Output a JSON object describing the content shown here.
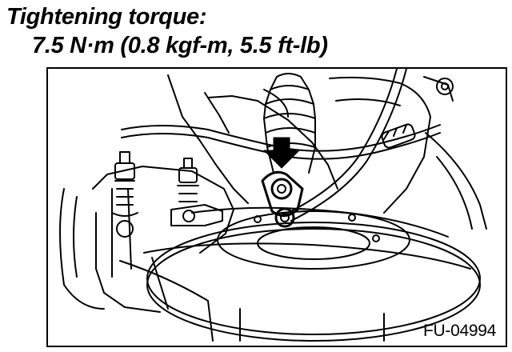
{
  "header": {
    "title": "Tightening torque:",
    "torque_spec": "7.5 N·m (0.8 kgf-m, 5.5 ft-lb)"
  },
  "figure": {
    "figure_id": "FU-04994",
    "line_color": "#000000",
    "background_color": "#ffffff",
    "arrow_color": "#000000"
  }
}
